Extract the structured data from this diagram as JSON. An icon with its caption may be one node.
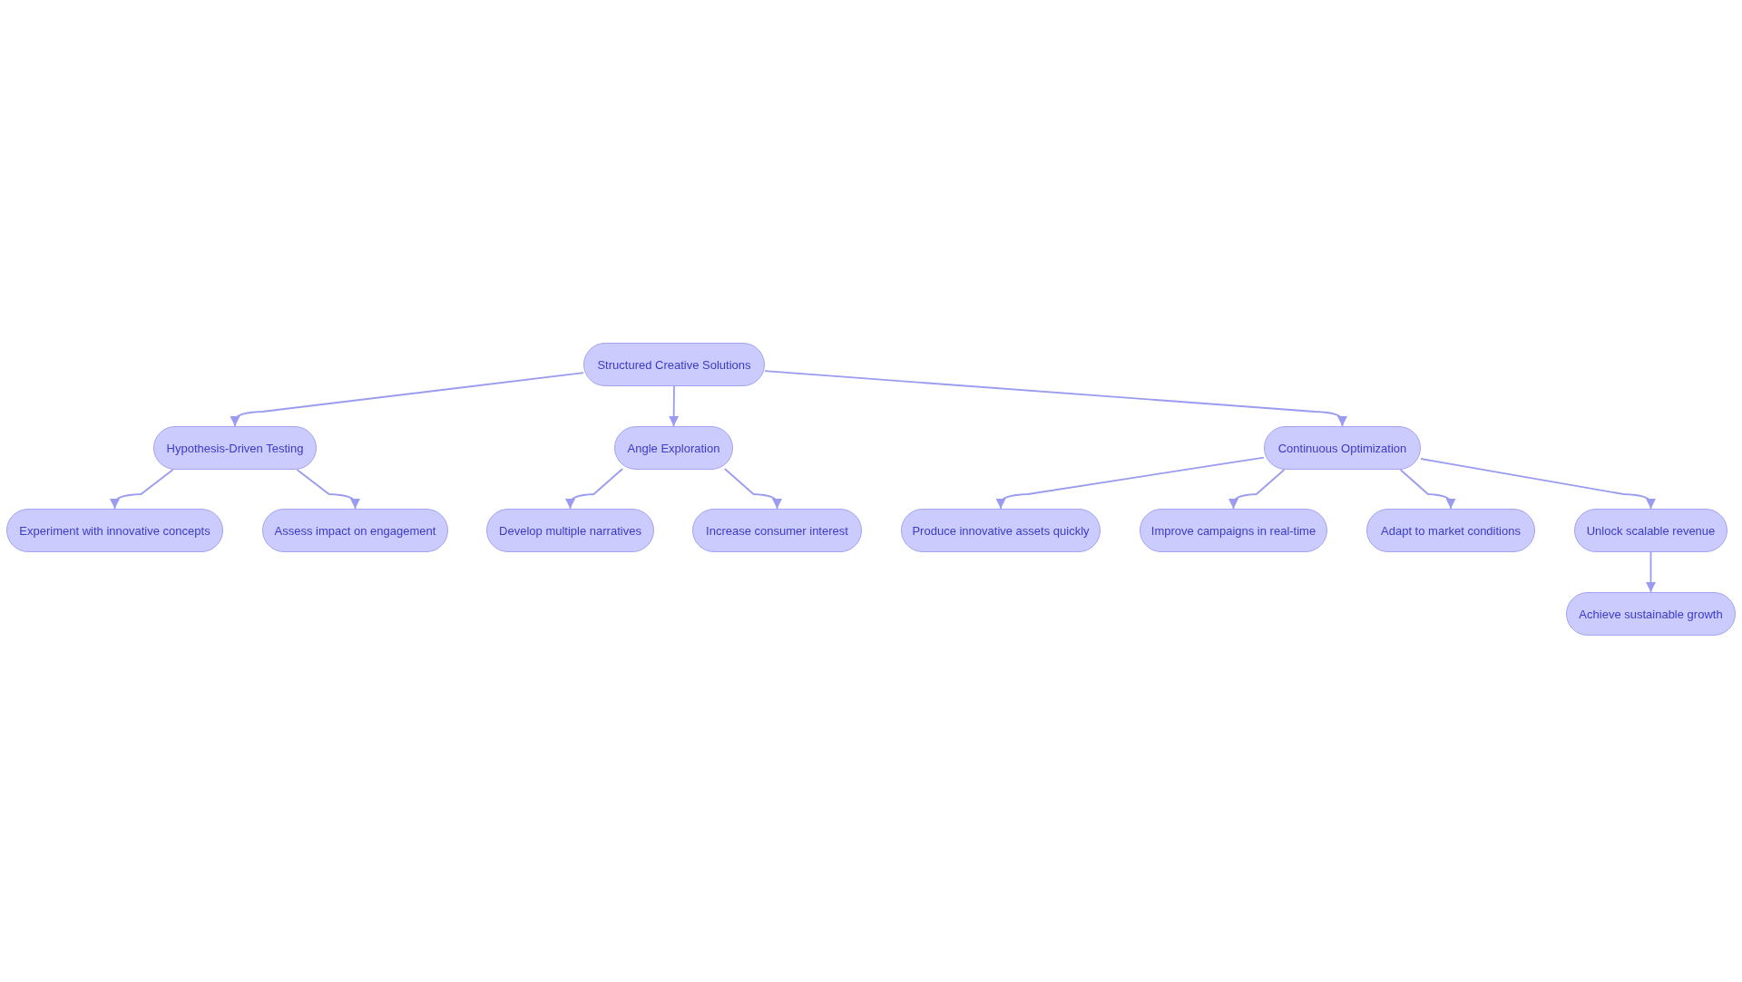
{
  "diagram": {
    "nodes": [
      {
        "text": [
          "Structured Creative Solutions"
        ]
      },
      {
        "text": [
          "Hypothesis-Driven Testing"
        ]
      },
      {
        "text": [
          "Angle Exploration"
        ]
      },
      {
        "text": [
          "Continuous Optimization"
        ]
      },
      {
        "text": [
          "Experiment with innovative concepts"
        ]
      },
      {
        "text": [
          "Assess impact on engagement"
        ]
      },
      {
        "text": [
          "Develop multiple narratives"
        ]
      },
      {
        "text": [
          "Increase consumer interest"
        ]
      },
      {
        "text": [
          "Produce innovative assets quickly"
        ]
      },
      {
        "text": [
          "Improve campaigns in real-time"
        ]
      },
      {
        "text": [
          "Adapt to market conditions"
        ]
      },
      {
        "text": [
          "Unlock scalable revenue"
        ]
      },
      {
        "text": [
          "Achieve sustainable growth"
        ]
      }
    ],
    "edges": [
      {
        "from": 0,
        "to": 1,
        "arrow": "to"
      },
      {
        "from": 0,
        "to": 2,
        "arrow": "to"
      },
      {
        "from": 0,
        "to": 3,
        "arrow": "to"
      },
      {
        "from": 1,
        "to": 4,
        "arrow": "to"
      },
      {
        "from": 1,
        "to": 5,
        "arrow": "to"
      },
      {
        "from": 2,
        "to": 6,
        "arrow": "to"
      },
      {
        "from": 2,
        "to": 7,
        "arrow": "to"
      },
      {
        "from": 3,
        "to": 8,
        "arrow": "to"
      },
      {
        "from": 3,
        "to": 9,
        "arrow": "to"
      },
      {
        "from": 3,
        "to": 10,
        "arrow": "to"
      },
      {
        "from": 3,
        "to": 11,
        "arrow": "to"
      },
      {
        "from": 11,
        "to": 12,
        "arrow": "to"
      }
    ]
  }
}
